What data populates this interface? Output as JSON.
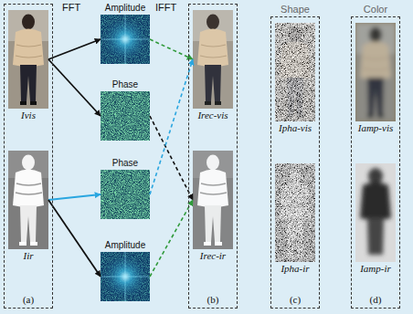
{
  "diagram": {
    "nodes": [
      {
        "text": [
          "(a)"
        ]
      },
      {
        "text": [
          "Ivis"
        ],
        "in": 0
      },
      {
        "text": [
          "Iir"
        ],
        "in": 0
      },
      {
        "text": [
          "Amplitude"
        ]
      },
      {
        "text": [
          "Phase"
        ]
      },
      {
        "text": [
          "Phase"
        ]
      },
      {
        "text": [
          "Amplitude"
        ]
      },
      {
        "text": [
          "(b)"
        ]
      },
      {
        "text": [
          "Irec-vis"
        ],
        "in": 7
      },
      {
        "text": [
          "Irec-ir"
        ],
        "in": 7
      },
      {
        "text": [
          "Shape",
          "(c)"
        ]
      },
      {
        "text": [
          "Ipha-vis"
        ],
        "in": 10
      },
      {
        "text": [
          "Ipha-ir"
        ],
        "in": 10
      },
      {
        "text": [
          "Color",
          "(d)"
        ]
      },
      {
        "text": [
          "Iamp-vis"
        ],
        "in": 13
      },
      {
        "text": [
          "Iamp-ir"
        ],
        "in": 13
      }
    ],
    "edges": [
      {
        "from": 1,
        "to": 3,
        "arrow": "to"
      },
      {
        "from": 1,
        "to": 4,
        "arrow": "to"
      },
      {
        "from": 2,
        "to": 5,
        "arrow": "to"
      },
      {
        "from": 2,
        "to": 6,
        "arrow": "to"
      },
      {
        "from": 3,
        "to": 8,
        "arrow": "to"
      },
      {
        "from": 4,
        "to": 9,
        "arrow": "to"
      },
      {
        "from": 5,
        "to": 8,
        "arrow": "to"
      },
      {
        "from": 6,
        "to": 9,
        "arrow": "to"
      }
    ],
    "labels": [
      "FFT",
      "IFFT"
    ]
  }
}
